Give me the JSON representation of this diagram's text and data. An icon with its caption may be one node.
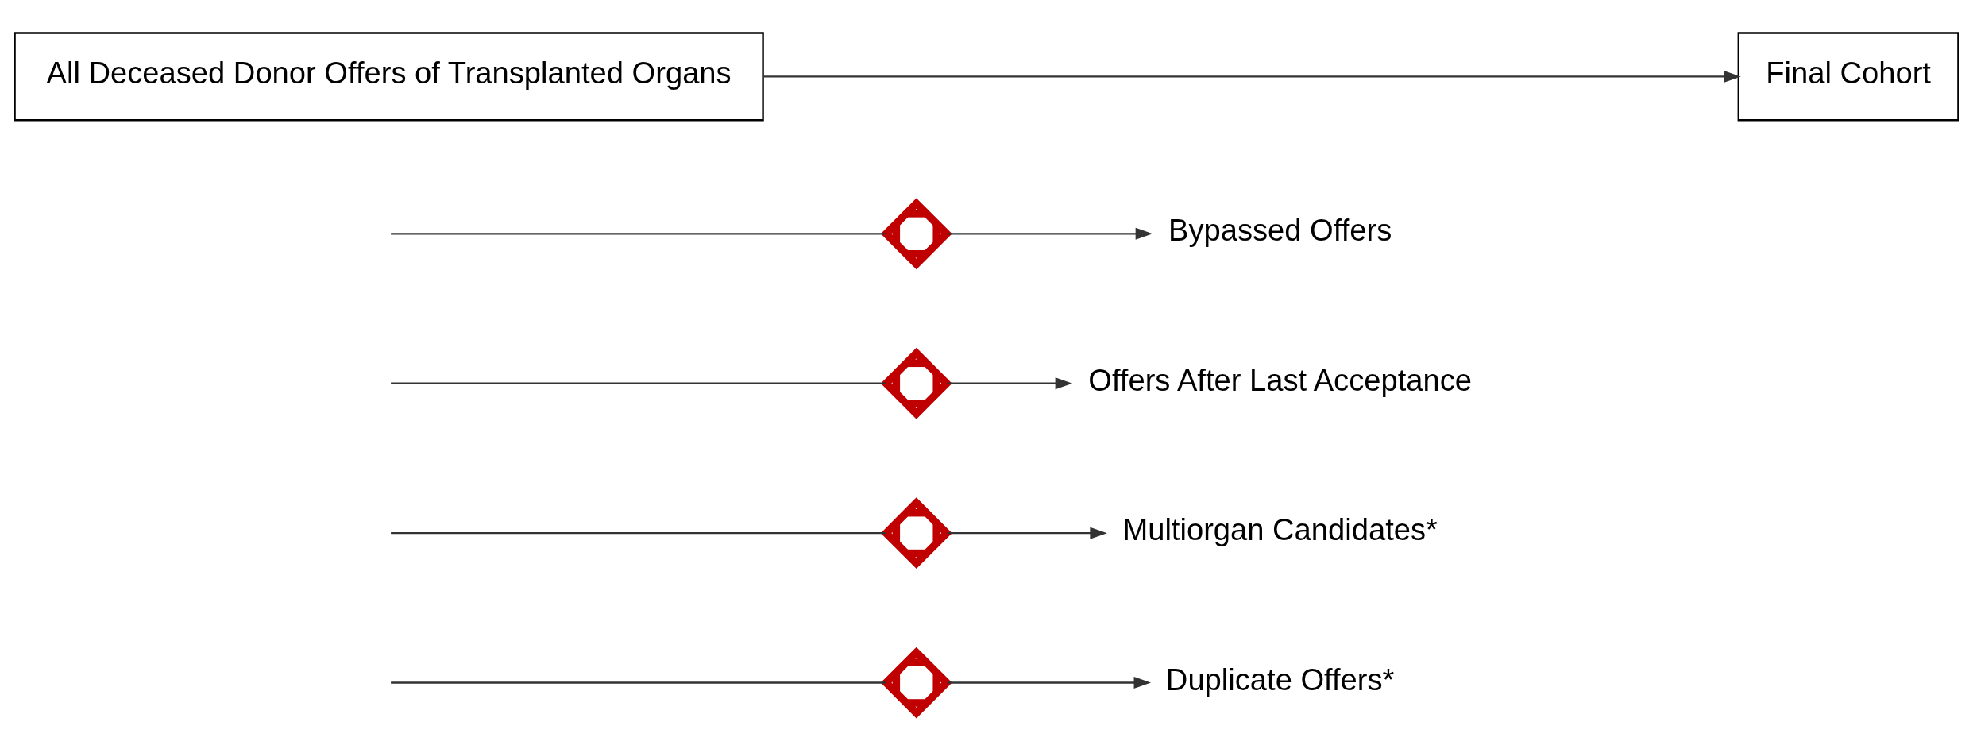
{
  "diagram": {
    "nodes": [
      {
        "text": [
          "All Deceased Donor Offers of Transplanted Organs"
        ]
      },
      {
        "text": [
          "Final Cohort"
        ]
      },
      {
        "text": [
          "Bypassed Offers"
        ]
      },
      {
        "text": [
          "Offers After Last Acceptance"
        ]
      },
      {
        "text": [
          "Multiorgan Candidates*"
        ]
      },
      {
        "text": [
          "Duplicate Offers*"
        ]
      },
      {
        "text": [],
        "shape": "cross"
      },
      {
        "text": [],
        "shape": "cross"
      },
      {
        "text": [],
        "shape": "cross"
      },
      {
        "text": [],
        "shape": "cross"
      }
    ],
    "edges": [
      {
        "from": 0,
        "to": 1,
        "arrow": "to"
      },
      {
        "from": null,
        "to": 6,
        "arrow": "none"
      },
      {
        "from": 6,
        "to": 2,
        "arrow": "to"
      },
      {
        "from": null,
        "to": 7,
        "arrow": "none"
      },
      {
        "from": 7,
        "to": 3,
        "arrow": "to"
      },
      {
        "from": null,
        "to": 8,
        "arrow": "none"
      },
      {
        "from": 8,
        "to": 4,
        "arrow": "to"
      },
      {
        "from": null,
        "to": 9,
        "arrow": "none"
      },
      {
        "from": 9,
        "to": 5,
        "arrow": "to"
      }
    ]
  }
}
